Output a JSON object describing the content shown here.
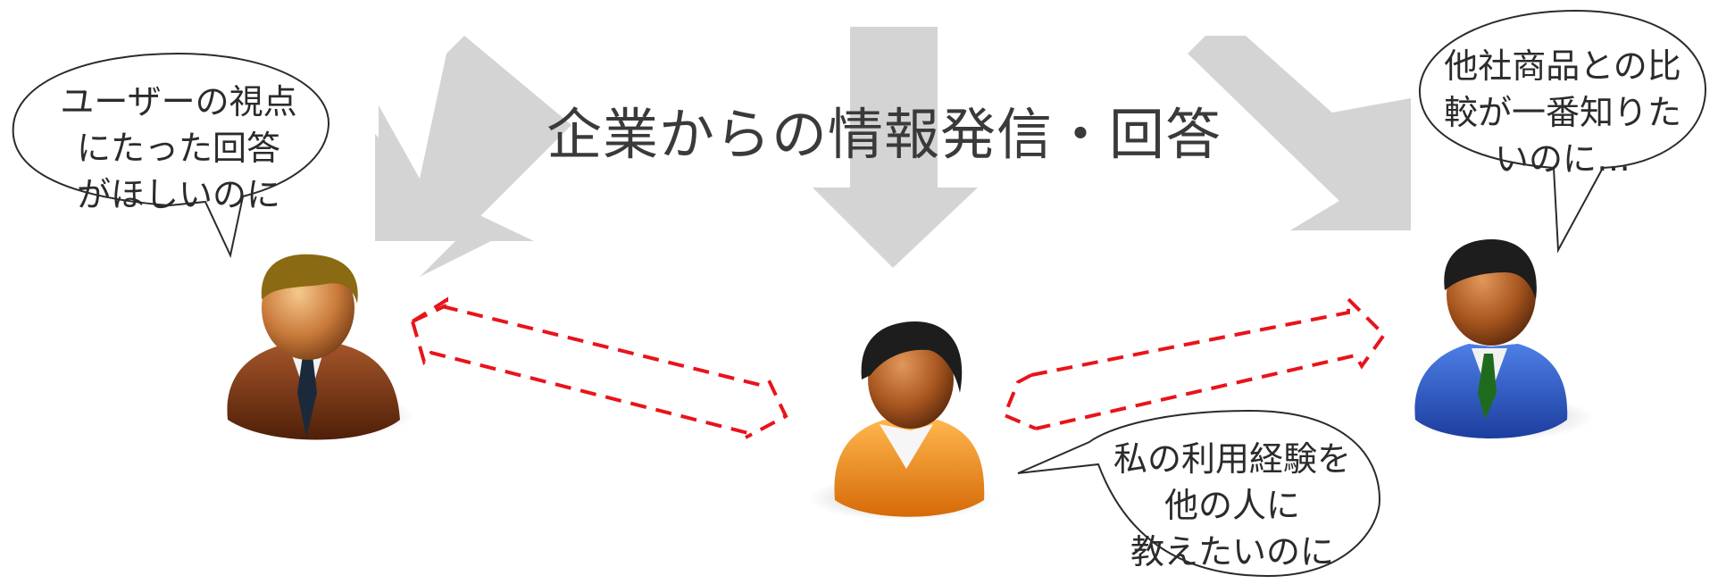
{
  "title": "企業からの情報発信・回答",
  "bubbles": {
    "left": [
      "ユーザーの視点",
      "にたった回答",
      "がほしいのに"
    ],
    "right": [
      "他社商品との比",
      "較が一番知りた",
      "いのに…"
    ],
    "center": [
      "私の利用経験を",
      "他の人に",
      "教えたいのに"
    ]
  },
  "colors": {
    "arrow_gray": "#d4d4d4",
    "dashed_red": "#e8141a",
    "suit_left": "#7a3a16",
    "suit_center": "#f08a1c",
    "suit_right": "#2a57c9"
  }
}
